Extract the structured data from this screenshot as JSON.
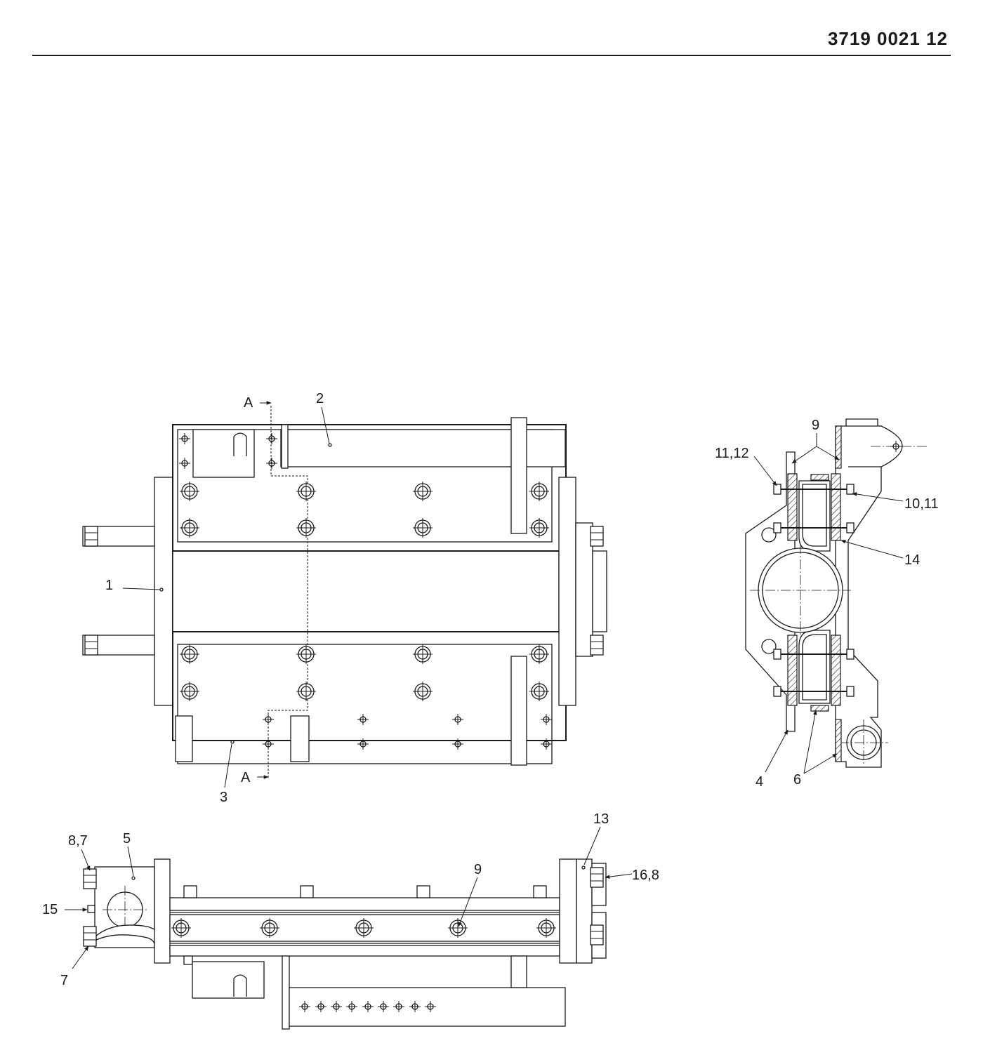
{
  "document_number": "3719 0021 12",
  "section_marker": "A",
  "callouts": {
    "front_view": [
      "1",
      "2",
      "3"
    ],
    "side_view": [
      "9",
      "11,12",
      "10,11",
      "14",
      "4",
      "6"
    ],
    "bottom_view": [
      "13",
      "8,7",
      "5",
      "9",
      "16,8",
      "15",
      "7"
    ]
  }
}
